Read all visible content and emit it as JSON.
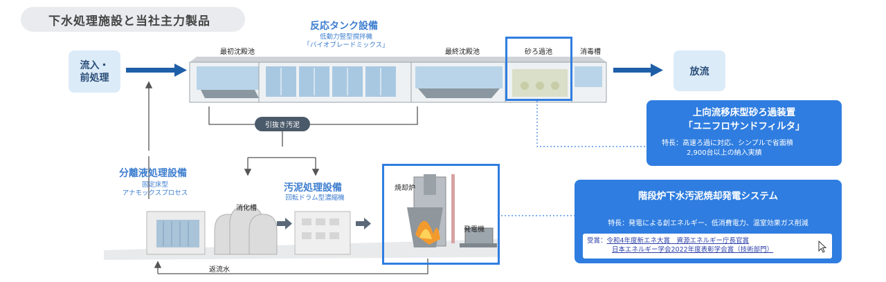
{
  "header": {
    "title": "下水処理施設と当社主力製品"
  },
  "flow": {
    "inflow_line1": "流入・",
    "inflow_line2": "前処理",
    "outflow": "放流",
    "sludge_pill": "引抜き汚泥",
    "return_water": "返流水"
  },
  "tank_labels": {
    "primary": "最初沈殿池",
    "final": "最終沈殿池",
    "sand_filter": "砂ろ過池",
    "disinfection": "消毒槽"
  },
  "reaction_tank": {
    "title": "反応タンク設備",
    "sub1": "低動力竪型撹拌機",
    "sub2": "「バイオブレードミックス」"
  },
  "separation": {
    "title": "分離液処理設備",
    "sub1": "固定床型",
    "sub2": "アナモックスプロセス"
  },
  "sludge_treatment": {
    "title": "汚泥処理設備",
    "sub": "回転ドラム型濃縮機"
  },
  "digester": "消化槽",
  "incinerator": "焼却炉",
  "generator": "発電機",
  "card_filter": {
    "title1": "上向流移床型砂ろ過装置",
    "title2": "「ユニフロサンドフィルタ」",
    "feature1": "特長：高速ろ過に対応、シンプルで省面積",
    "feature2": "2,900台以上の納入実績"
  },
  "card_incineration": {
    "title": "階段炉下水汚泥焼却発電システム",
    "feature": "特長：発電による創エネルギー、低消費電力、温室効果ガス削減",
    "award_label": "受賞：",
    "award1": "令和4年度新エネ大賞　資源エネルギー庁長官賞",
    "award2": "日本エネルギー学会2022年度表彰学会賞（技術部門）"
  },
  "colors": {
    "accent": "#2f7de0",
    "arrow": "#1f5fa8",
    "box": "#dcebf8"
  }
}
